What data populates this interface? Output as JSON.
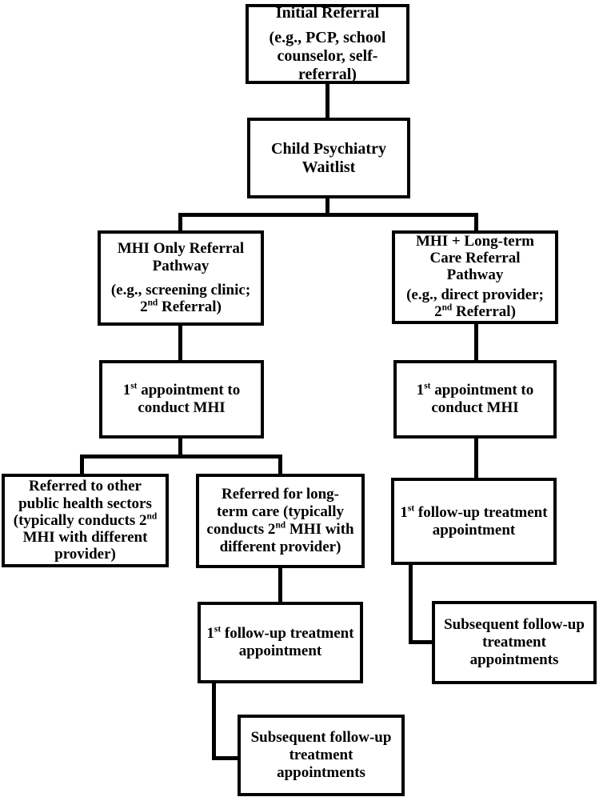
{
  "figure": {
    "type": "flowchart",
    "background_color": "#ffffff",
    "line_color": "#000000",
    "text_color": "#000000"
  },
  "nodes": {
    "initial_referral": {
      "title": "Initial Referral",
      "subtitle": "(e.g., PCP, school\ncounselor, self-\nreferral)"
    },
    "waitlist": {
      "title": "Child Psychiatry\nWaitlist"
    },
    "mhi_only": {
      "title": "MHI Only Referral\nPathway",
      "subtitle": "(e.g., screening clinic;\n2^nd^ Referral)"
    },
    "mhi_longterm": {
      "title": "MHI + Long-term\nCare Referral\nPathway",
      "subtitle": "(e.g., direct provider;\n2^nd^ Referral)"
    },
    "appt_mhi_only": {
      "title": "1^st^ appointment to\nconduct MHI"
    },
    "appt_longterm": {
      "title": "1^st^ appointment to\nconduct MHI"
    },
    "referred_other": {
      "title": "Referred to other\npublic health sectors\n(typically conducts 2^nd^\nMHI with different\nprovider)"
    },
    "referred_longterm": {
      "title": "Referred for long-\nterm care (typically\nconducts 2^nd^ MHI with\ndifferent provider)"
    },
    "followup_mhi_only": {
      "title": "1^st^ follow-up treatment\nappointment"
    },
    "followup_longterm": {
      "title": "1^st^ follow-up treatment\nappointment"
    },
    "subsequent_mhi_only": {
      "title": "Subsequent follow-up\ntreatment\nappointments"
    },
    "subsequent_longterm": {
      "title": "Subsequent follow-up\ntreatment\nappointments"
    }
  },
  "edges": [
    {
      "from": "initial_referral",
      "to": "waitlist"
    },
    {
      "from": "waitlist",
      "to": "mhi_only"
    },
    {
      "from": "waitlist",
      "to": "mhi_longterm"
    },
    {
      "from": "mhi_only",
      "to": "appt_mhi_only"
    },
    {
      "from": "mhi_longterm",
      "to": "appt_longterm"
    },
    {
      "from": "appt_mhi_only",
      "to": "referred_other"
    },
    {
      "from": "appt_mhi_only",
      "to": "referred_longterm"
    },
    {
      "from": "referred_longterm",
      "to": "followup_mhi_only"
    },
    {
      "from": "followup_mhi_only",
      "to": "subsequent_mhi_only"
    },
    {
      "from": "appt_longterm",
      "to": "followup_longterm"
    },
    {
      "from": "followup_longterm",
      "to": "subsequent_longterm"
    }
  ]
}
